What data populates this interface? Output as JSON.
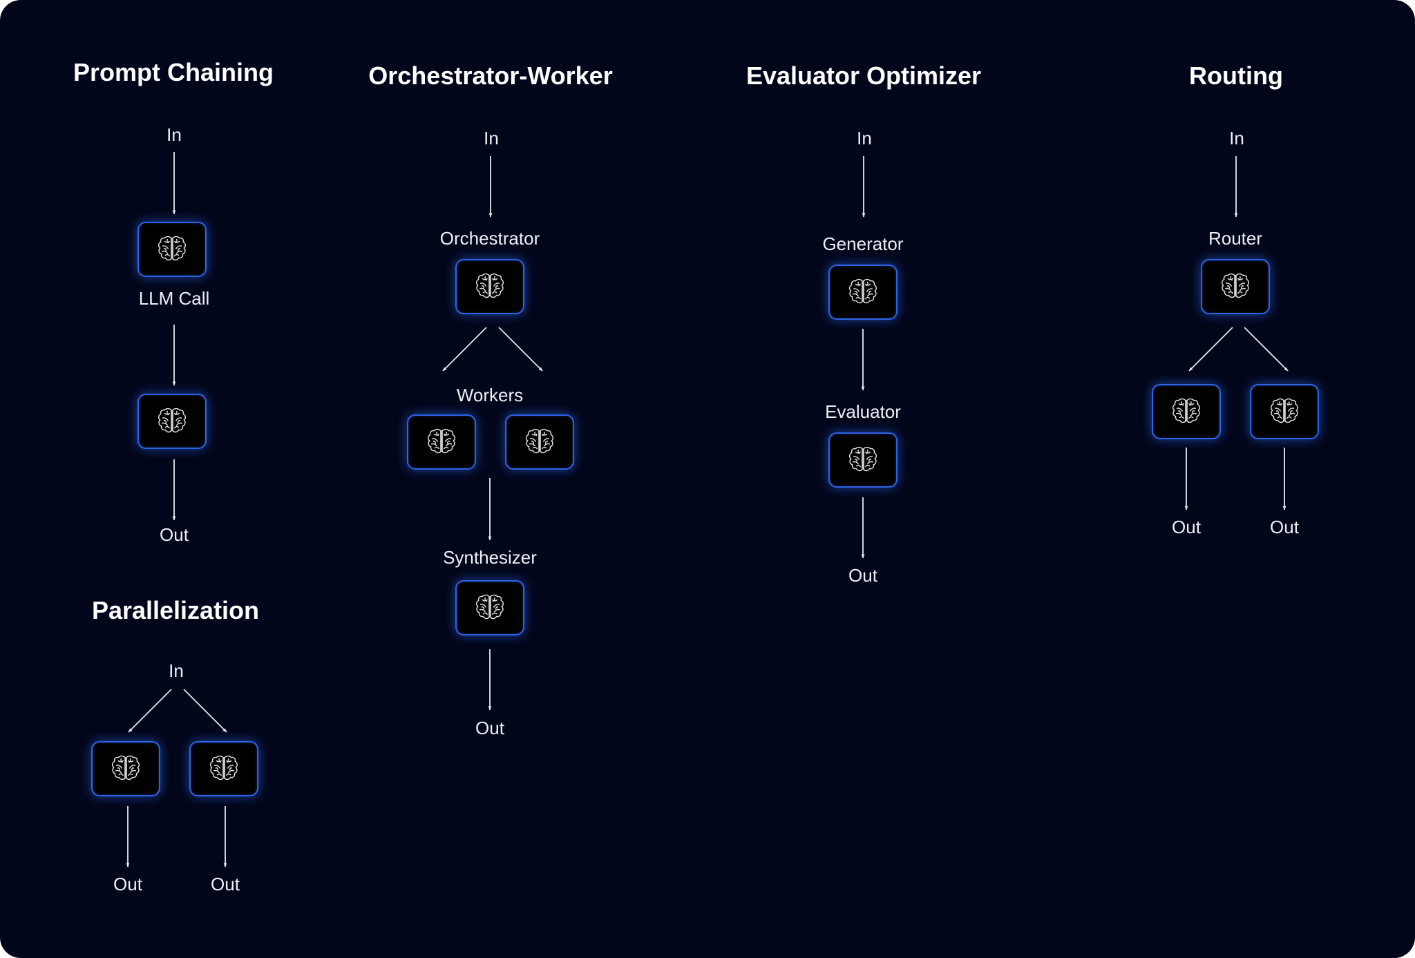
{
  "colors": {
    "background": "#02061a",
    "node_border": "#2d64e6",
    "text": "#eef0f5",
    "arrow": "#e8e8ee"
  },
  "node_icon": "brain-icon",
  "prompt_chaining": {
    "title": "Prompt Chaining",
    "in": "In",
    "llm_call": "LLM Call",
    "out": "Out"
  },
  "parallelization": {
    "title": "Parallelization",
    "in": "In",
    "out_left": "Out",
    "out_right": "Out"
  },
  "orchestrator_worker": {
    "title": "Orchestrator-Worker",
    "in": "In",
    "orchestrator": "Orchestrator",
    "workers": "Workers",
    "synthesizer": "Synthesizer",
    "out": "Out"
  },
  "evaluator_optimizer": {
    "title": "Evaluator Optimizer",
    "in": "In",
    "generator": "Generator",
    "evaluator": "Evaluator",
    "out": "Out"
  },
  "routing": {
    "title": "Routing",
    "in": "In",
    "router": "Router",
    "out_left": "Out",
    "out_right": "Out"
  }
}
